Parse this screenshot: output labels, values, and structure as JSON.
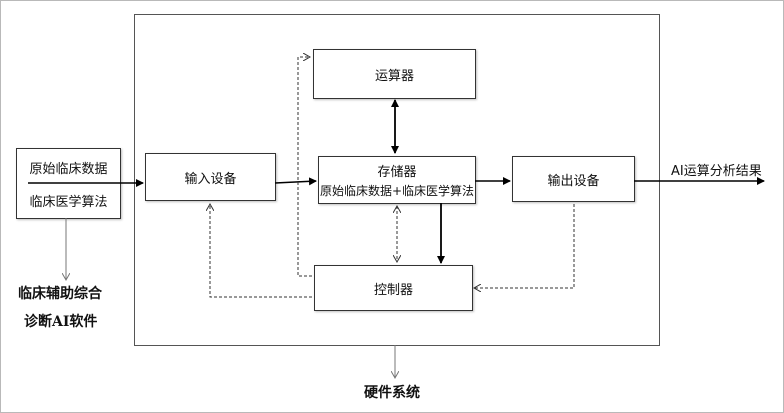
{
  "input_data": {
    "line1": "原始临床数据",
    "line2": "临床医学算法"
  },
  "software": {
    "line1": "临床辅助综合",
    "line2": "诊断AI软件"
  },
  "boxes": {
    "alu": "运算器",
    "storage_title": "存储器",
    "storage_sub": "原始临床数据+临床医学算法",
    "input_device": "输入设备",
    "output_device": "输出设备",
    "controller": "控制器"
  },
  "output_label": "AI运算分析结果",
  "hardware_label": "硬件系统"
}
